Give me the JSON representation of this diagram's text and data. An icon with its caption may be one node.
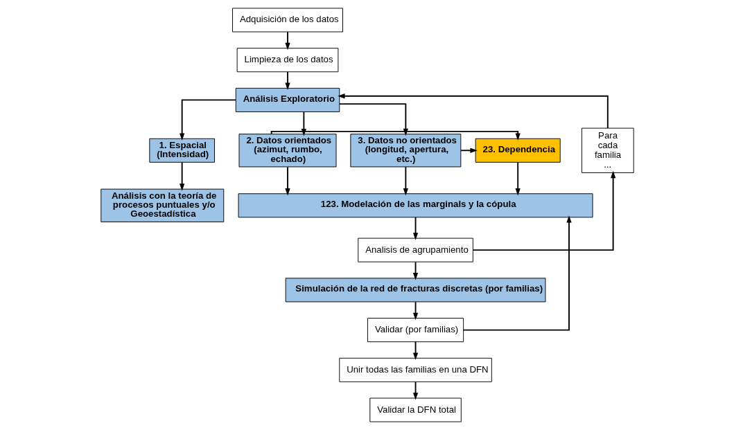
{
  "diagram": {
    "nodes": [
      {
        "text": [
          "Adquisición de los datos"
        ]
      },
      {
        "text": [
          "Limpieza de los datos"
        ]
      },
      {
        "text": [
          "Análisis Exploratorio"
        ]
      },
      {
        "text": [
          "Para cada familia ..."
        ]
      },
      {
        "text": [
          "1. Espacial (Intensidad)"
        ]
      },
      {
        "text": [
          "2. Datos orientados (azimut, rumbo, echado)"
        ]
      },
      {
        "text": [
          "23. Dependencia"
        ]
      },
      {
        "text": [
          "3. Datos no orientados (longitud, apertura, etc.)"
        ]
      },
      {
        "text": [
          "Análisis con la teoría de procesos puntuales y/o Geoestadística"
        ]
      },
      {
        "text": [
          "123. Modelación de las marginals y la cópula"
        ]
      },
      {
        "text": [
          "Analisis de agrupamiento"
        ]
      },
      {
        "text": [
          "Simulación de la red de fracturas discretas (por familias)"
        ]
      },
      {
        "text": [
          "Validar (por familias)"
        ]
      },
      {
        "text": [
          "Unir todas las familias en una DFN"
        ]
      },
      {
        "text": [
          "Validar la DFN total"
        ]
      }
    ],
    "edges": [
      {
        "from": 0,
        "to": 1,
        "arrow": "to"
      },
      {
        "from": 1,
        "to": 2,
        "arrow": "to"
      },
      {
        "from": 3,
        "to": 2,
        "arrow": "to"
      },
      {
        "from": 2,
        "to": 4,
        "arrow": "to"
      },
      {
        "from": 2,
        "to": 5,
        "arrow": "to"
      },
      {
        "from": 2,
        "to": 7,
        "arrow": "to"
      },
      {
        "from": 5,
        "to": 6,
        "arrow": "to"
      },
      {
        "from": 7,
        "to": 6,
        "arrow": "to"
      },
      {
        "from": 4,
        "to": 8,
        "arrow": "to"
      },
      {
        "from": 5,
        "to": 9,
        "arrow": "to"
      },
      {
        "from": 6,
        "to": 9,
        "arrow": "to"
      },
      {
        "from": 7,
        "to": 9,
        "arrow": "to"
      },
      {
        "from": 9,
        "to": 10,
        "arrow": "to"
      },
      {
        "from": 10,
        "to": 3,
        "arrow": "to"
      },
      {
        "from": 10,
        "to": 11,
        "arrow": "to"
      },
      {
        "from": 11,
        "to": 12,
        "arrow": "to"
      },
      {
        "from": 12,
        "to": 9,
        "arrow": "to"
      },
      {
        "from": 12,
        "to": 13,
        "arrow": "to"
      },
      {
        "from": 13,
        "to": 14,
        "arrow": "to"
      }
    ]
  }
}
